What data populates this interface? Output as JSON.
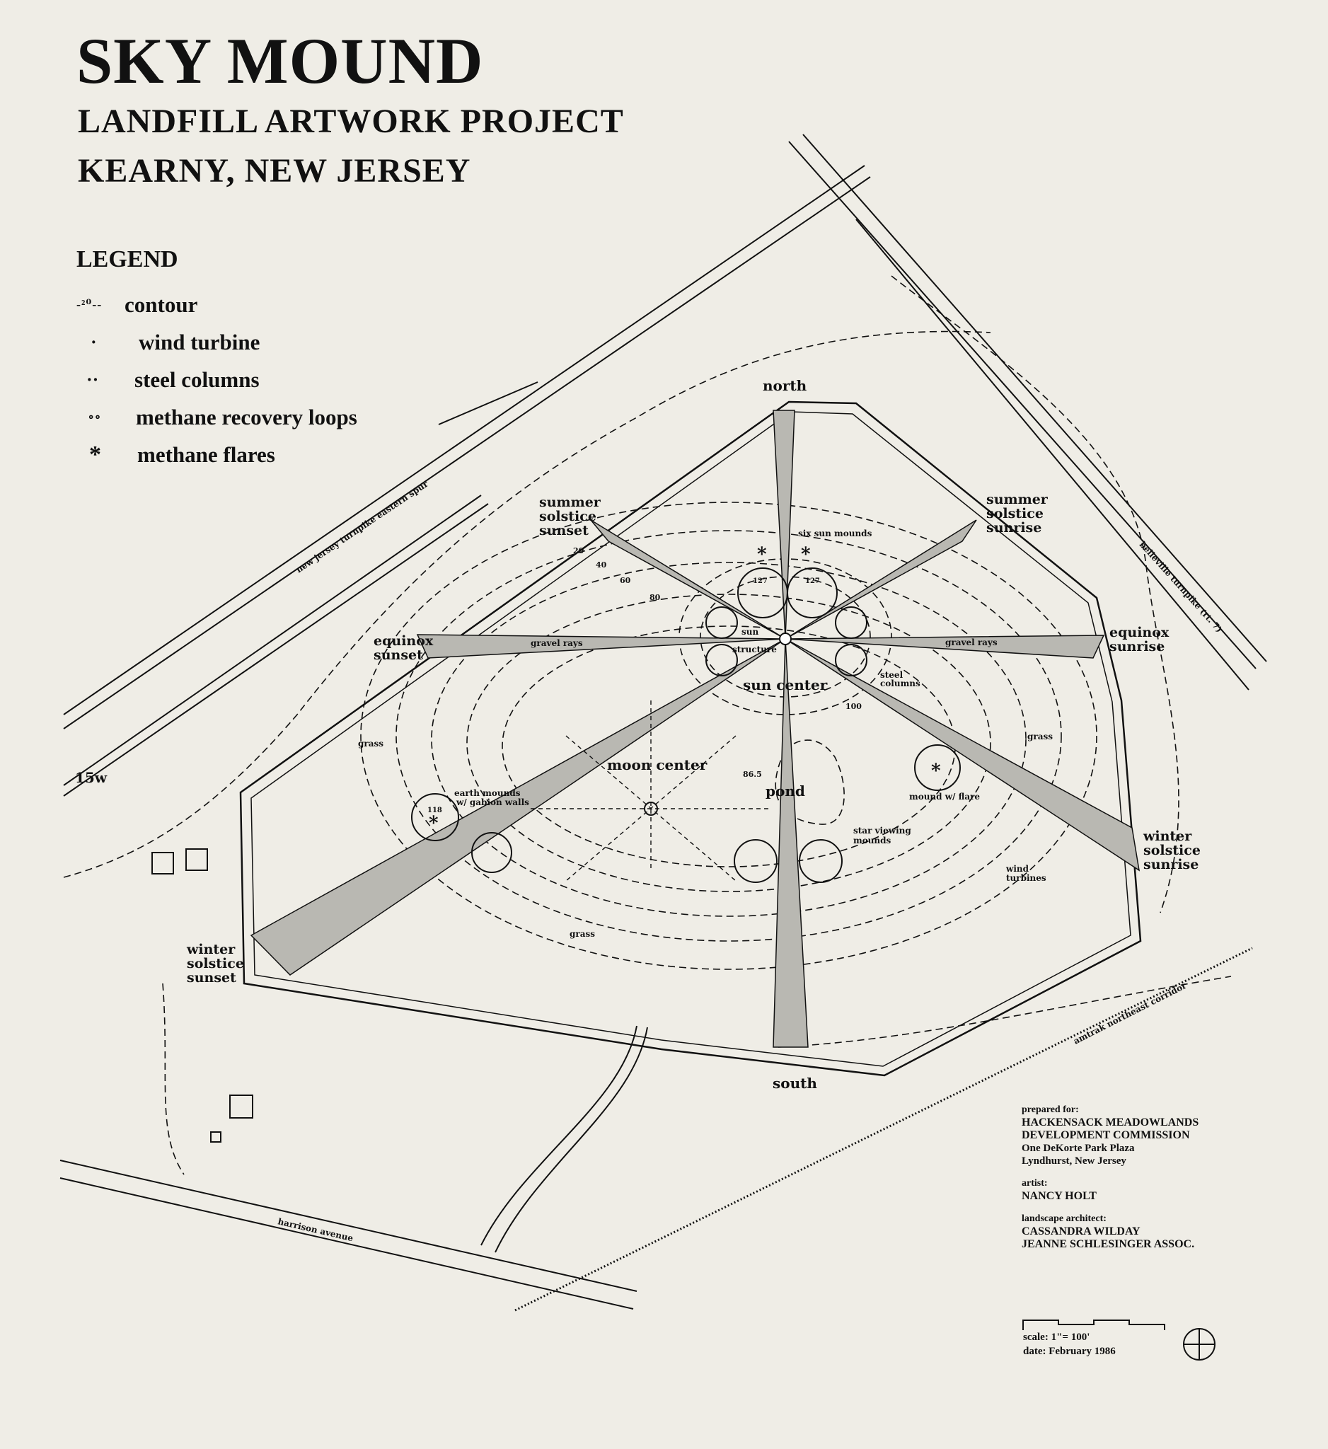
{
  "title": "SKY MOUND",
  "subtitle_line1": "LANDFILL ARTWORK PROJECT",
  "subtitle_line2": "KEARNY, NEW JERSEY",
  "legend": {
    "title": "LEGEND",
    "items": [
      {
        "symbol": "-²⁰--",
        "label": "contour"
      },
      {
        "symbol": "·",
        "label": "wind turbine"
      },
      {
        "symbol": "··",
        "label": "steel columns"
      },
      {
        "symbol": "∘∘",
        "label": "methane recovery loops"
      },
      {
        "symbol": "*",
        "label": "methane flares"
      }
    ]
  },
  "map_labels": {
    "north": "north",
    "south": "south",
    "summer_solstice_sunset": [
      "summer",
      "solstice",
      "sunset"
    ],
    "summer_solstice_sunrise": [
      "summer",
      "solstice",
      "sunrise"
    ],
    "equinox_sunset": [
      "equinox",
      "sunset"
    ],
    "equinox_sunrise": [
      "equinox",
      "sunrise"
    ],
    "winter_solstice_sunset": [
      "winter",
      "solstice",
      "sunset"
    ],
    "winter_solstice_sunrise": [
      "winter",
      "solstice",
      "sunrise"
    ],
    "six_sun_mounds": "six sun mounds",
    "sun_structure": [
      "sun",
      "structure"
    ],
    "sun_center": "sun center",
    "moon_center": "moon center",
    "pond": "pond",
    "pond_elev": "86.5",
    "earth_mounds": [
      "earth mounds",
      "w/ gabion walls"
    ],
    "star_viewing": [
      "star viewing",
      "mounds"
    ],
    "mound_flare": "mound w/ flare",
    "steel_columns": [
      "steel",
      "columns"
    ],
    "wind_turbines": [
      "wind",
      "turbines"
    ],
    "gravel_rays_left": "gravel rays",
    "gravel_rays_right": "gravel rays",
    "grass_left": "grass",
    "grass_right": "grass",
    "grass_bottom": "grass",
    "road_left_15w": "15w",
    "nj_turnpike": "new jersey turnpike eastern spur",
    "belleville": "belleville turnpike (rt. 7)",
    "amtrak": "amtrak northeast corridor",
    "harrison": "harrison avenue",
    "contour_20": "20",
    "contour_40": "40",
    "contour_60": "60",
    "contour_80": "80",
    "contour_100": "100",
    "mound_127": "127",
    "mound_118": "118"
  },
  "credits": {
    "prepared_for_label": "prepared for:",
    "org_line1": "HACKENSACK MEADOWLANDS",
    "org_line2": "DEVELOPMENT COMMISSION",
    "address1": "One DeKorte Park Plaza",
    "address2": "Lyndhurst, New Jersey",
    "artist_label": "artist:",
    "artist": "NANCY HOLT",
    "la_label": "landscape architect:",
    "la1": "CASSANDRA WILDAY",
    "la2": "JEANNE SCHLESINGER ASSOC."
  },
  "scale": "scale: 1\"= 100'",
  "date": "date: February 1986"
}
